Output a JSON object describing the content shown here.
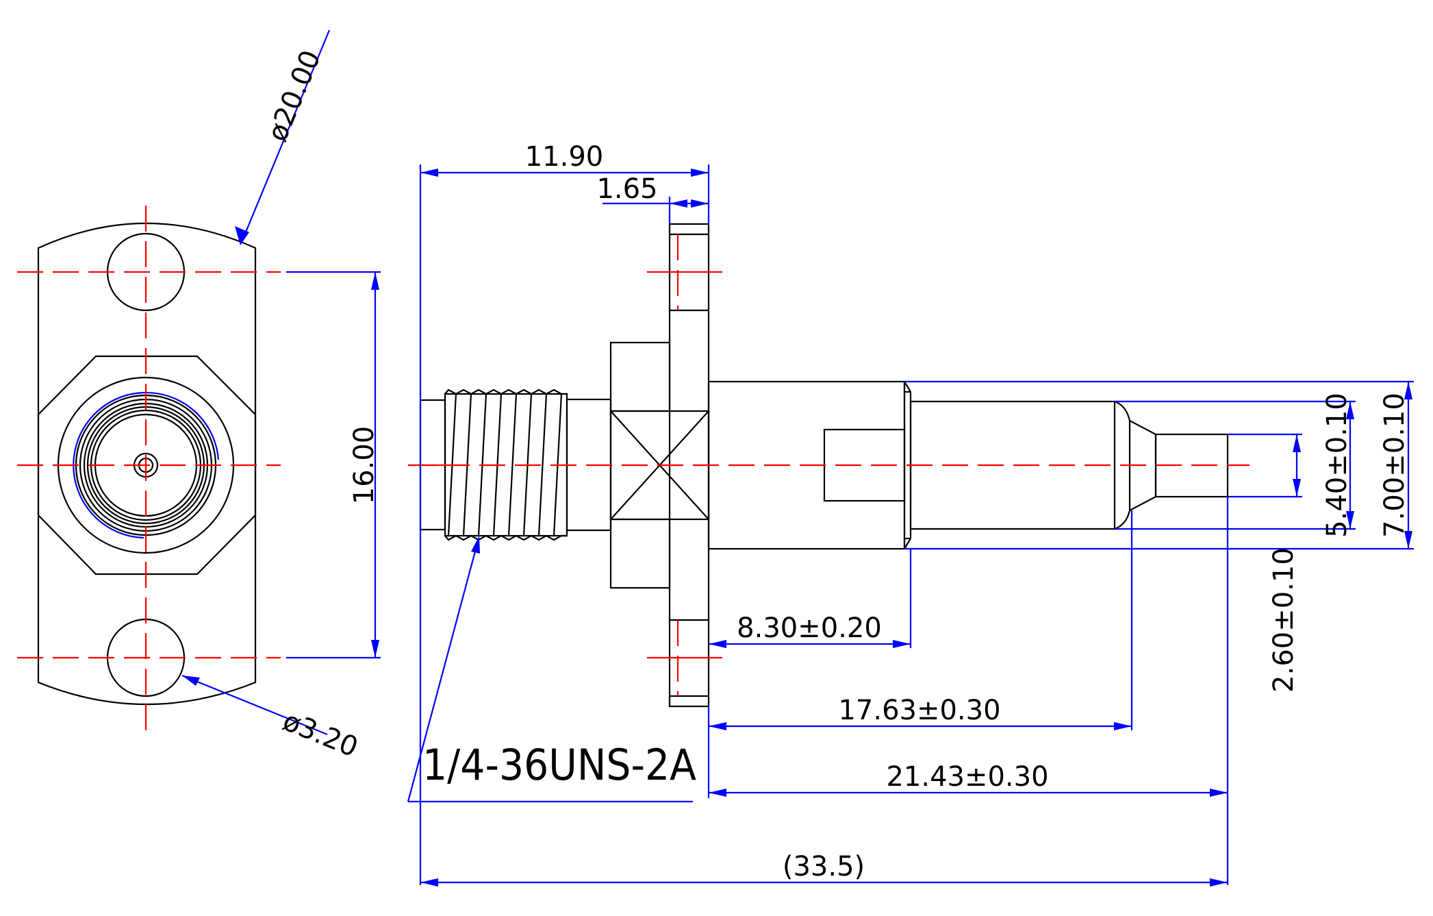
{
  "dimensions": {
    "dia_flange": "ø20.00",
    "hole_spacing": "16.00",
    "dia_hole": "ø3.20",
    "overall_body": "11.90",
    "flange_thickness": "1.65",
    "len_830": "8.30±0.20",
    "len_1763": "17.63±0.30",
    "len_2143": "21.43±0.30",
    "len_overall": "(33.5)",
    "dia_700": "7.00±0.10",
    "dia_540": "5.40±0.10",
    "dia_260": "2.60±0.10"
  },
  "thread_callout": "1/4-36UNS-2A",
  "colors": {
    "outline": "#000000",
    "centerline": "#ff0000",
    "dimension": "#0000ff"
  }
}
